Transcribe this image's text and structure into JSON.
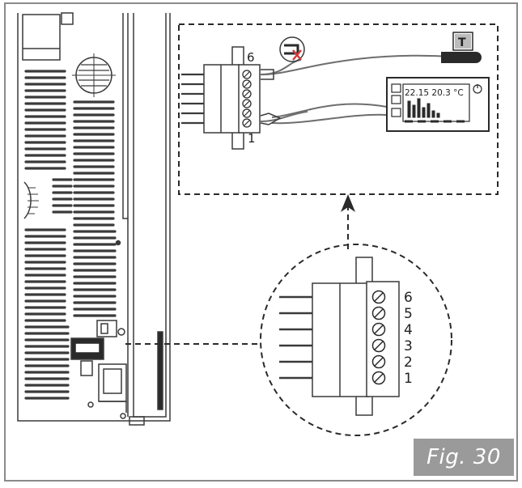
{
  "figure": {
    "label": "Fig. 30",
    "colors": {
      "stroke": "#3a3a3a",
      "frame": "#8a8a8a",
      "label_bg": "#9a9a9a",
      "label_text": "#ffffff",
      "red_mark": "#d23c3c"
    }
  },
  "detail_connector": {
    "terminals": [
      "6",
      "5",
      "4",
      "3",
      "2",
      "1"
    ]
  },
  "wiring_inset": {
    "connector_top_label": "6",
    "connector_bottom_label": "1",
    "sensor_badge": "T",
    "thermostat_display": "22.15 20.3 °C"
  }
}
